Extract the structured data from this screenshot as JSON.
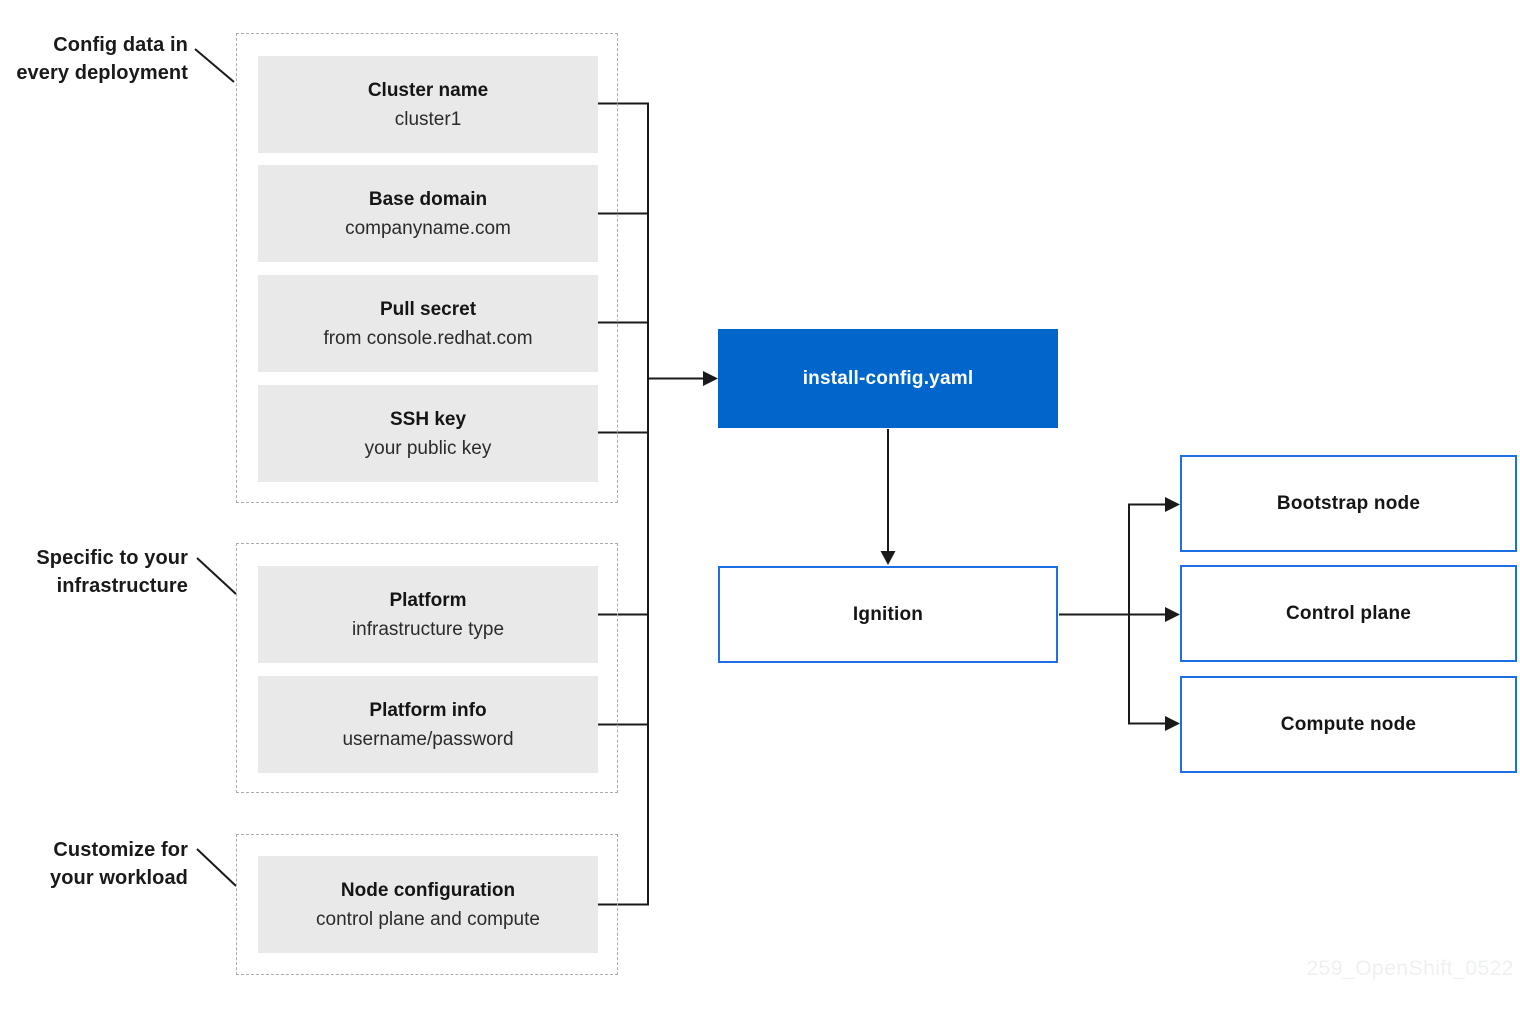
{
  "diagram": {
    "groups": [
      {
        "label_line1": "Config data in",
        "label_line2": "every deployment",
        "boxes": [
          {
            "title": "Cluster name",
            "subtitle": "cluster1"
          },
          {
            "title": "Base domain",
            "subtitle": "companyname.com"
          },
          {
            "title": "Pull secret",
            "subtitle": "from console.redhat.com"
          },
          {
            "title": "SSH key",
            "subtitle": "your public key"
          }
        ]
      },
      {
        "label_line1": "Specific to your",
        "label_line2": "infrastructure",
        "boxes": [
          {
            "title": "Platform",
            "subtitle": "infrastructure type"
          },
          {
            "title": "Platform info",
            "subtitle": "username/password"
          }
        ]
      },
      {
        "label_line1": "Customize for",
        "label_line2": "your workload",
        "boxes": [
          {
            "title": "Node configuration",
            "subtitle": "control plane and compute"
          }
        ]
      }
    ],
    "install_config_label": "install-config.yaml",
    "ignition_label": "Ignition",
    "nodes": [
      {
        "label": "Bootstrap node"
      },
      {
        "label": "Control plane"
      },
      {
        "label": "Compute node"
      }
    ],
    "watermark": "259_OpenShift_0522",
    "colors": {
      "accent_blue_fill": "#0066cc",
      "accent_blue_border": "#1e6ee6",
      "gray_box_fill": "#e9e9e9",
      "dashed_border": "#ababab",
      "connector_line": "#1a1a1a",
      "watermark_text": "#eff1f1"
    }
  }
}
